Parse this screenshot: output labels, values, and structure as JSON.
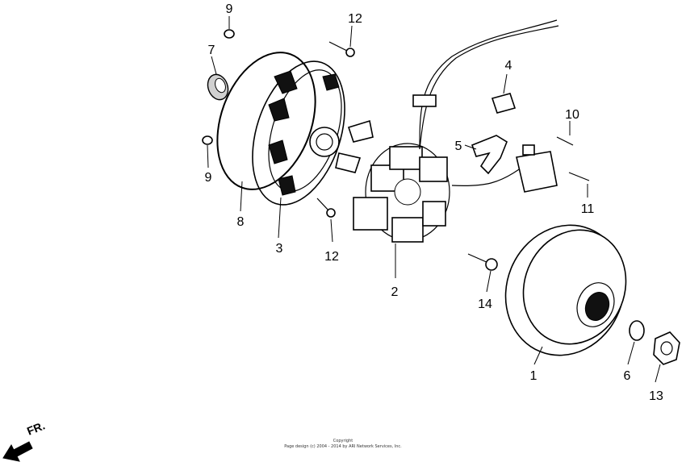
{
  "callouts": [
    {
      "id": "c1",
      "label": "1"
    },
    {
      "id": "c2",
      "label": "2"
    },
    {
      "id": "c3",
      "label": "3"
    },
    {
      "id": "c4",
      "label": "4"
    },
    {
      "id": "c5",
      "label": "5"
    },
    {
      "id": "c6",
      "label": "6"
    },
    {
      "id": "c7",
      "label": "7"
    },
    {
      "id": "c8",
      "label": "8"
    },
    {
      "id": "c9a",
      "label": "9"
    },
    {
      "id": "c9b",
      "label": "9"
    },
    {
      "id": "c10",
      "label": "10"
    },
    {
      "id": "c11",
      "label": "11"
    },
    {
      "id": "c12a",
      "label": "12"
    },
    {
      "id": "c12b",
      "label": "12"
    },
    {
      "id": "c13",
      "label": "13"
    },
    {
      "id": "c14",
      "label": "14"
    }
  ],
  "direction_label": "FR.",
  "copyright": {
    "line1": "Copyright",
    "line2": "Page design (c) 2004 - 2014 by ARI Network Services, Inc."
  }
}
